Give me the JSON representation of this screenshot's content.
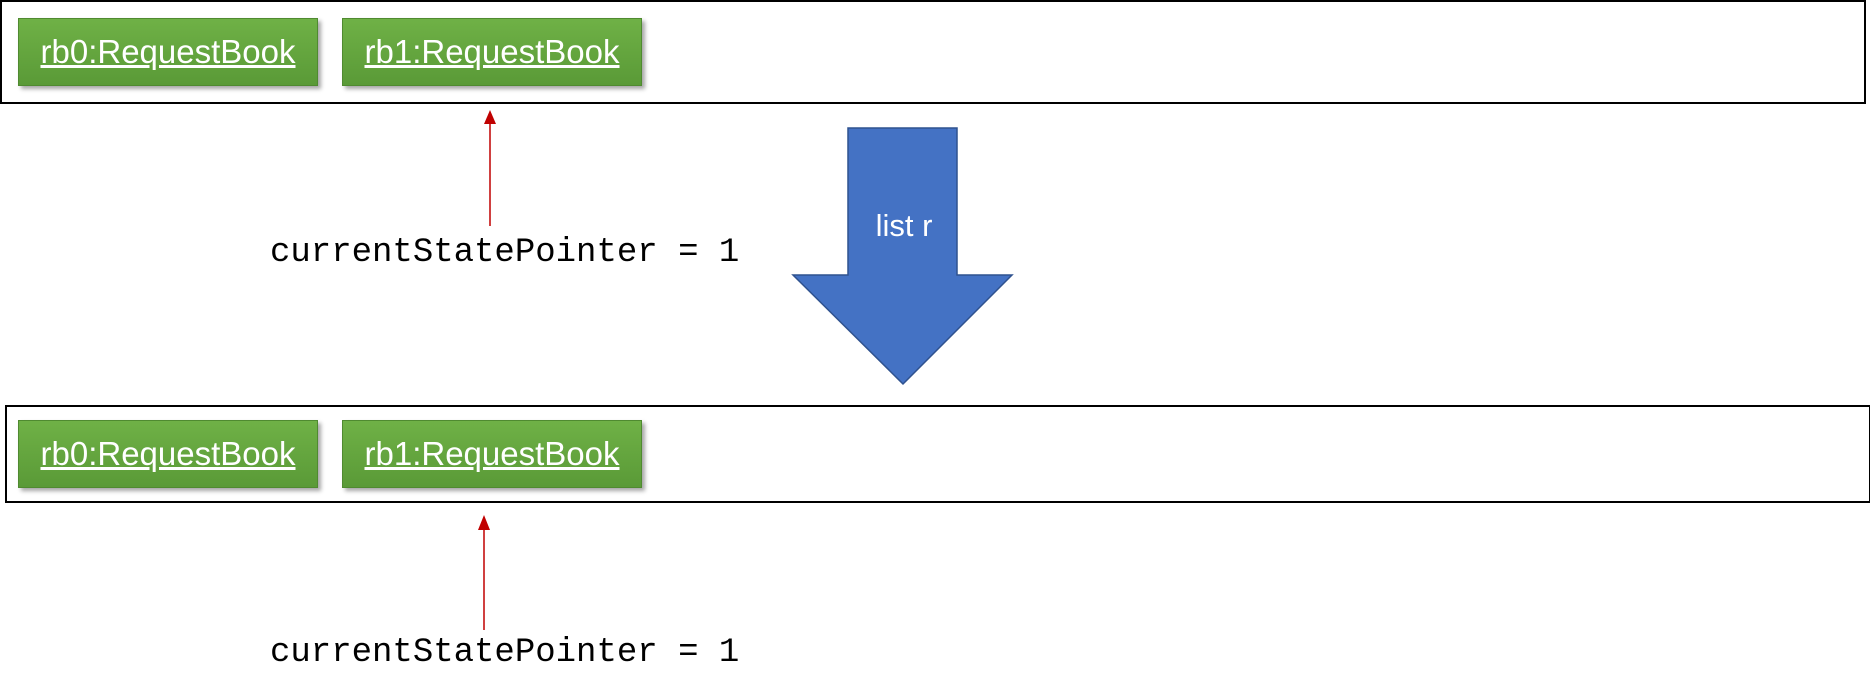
{
  "top_panel": {
    "states": [
      {
        "label": "rb0:RequestBook"
      },
      {
        "label": "rb1:RequestBook"
      }
    ],
    "pointer_label": "currentStatePointer = 1"
  },
  "command": {
    "label": "list r"
  },
  "bottom_panel": {
    "states": [
      {
        "label": "rb0:RequestBook"
      },
      {
        "label": "rb1:RequestBook"
      }
    ],
    "pointer_label": "currentStatePointer = 1"
  },
  "colors": {
    "state_box": "#64a63f",
    "pointer_arrow": "#c00000",
    "command_arrow": "#4472c4"
  }
}
